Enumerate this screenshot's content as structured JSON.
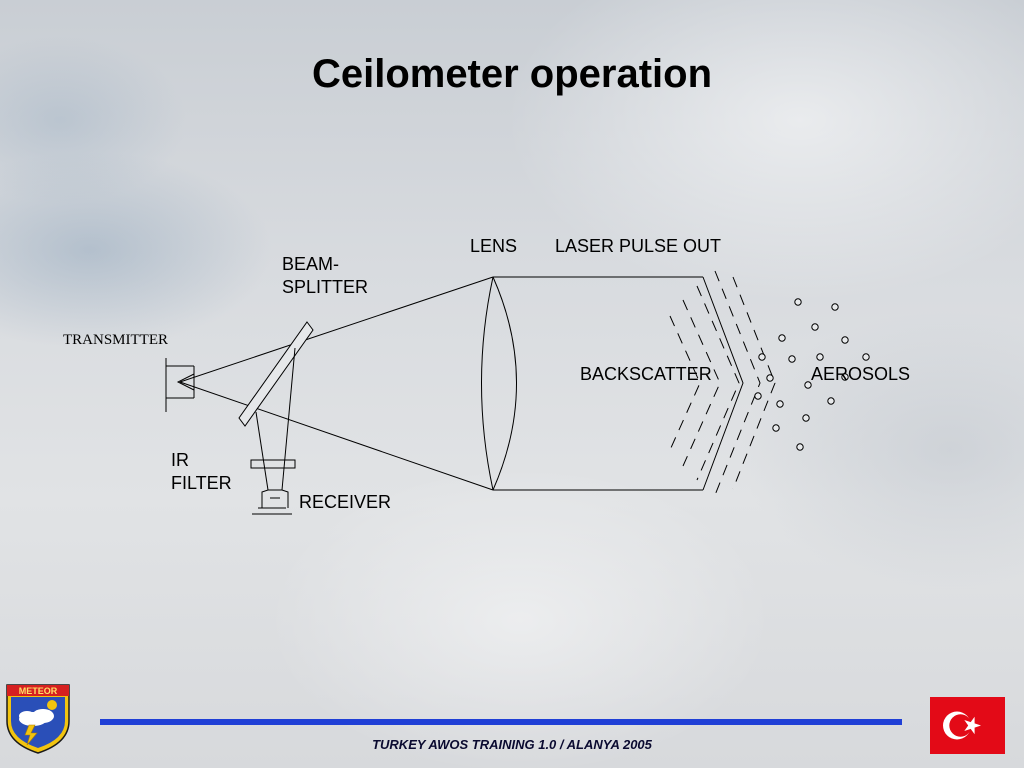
{
  "title": "Ceilometer operation",
  "labels": {
    "lens": "LENS",
    "laser_pulse_out": "LASER PULSE OUT",
    "beam_splitter_line1": "BEAM-",
    "beam_splitter_line2": "SPLITTER",
    "transmitter": "TRANSMITTER",
    "backscatter": "BACKSCATTER",
    "aerosols": "AEROSOLS",
    "ir_filter_line1": "IR",
    "ir_filter_line2": "FILTER",
    "receiver": "RECEIVER"
  },
  "footer": {
    "text": "TURKEY AWOS TRAINING 1.0 / ALANYA 2005",
    "rule_color": "#1f3fd6"
  },
  "logo": {
    "text": "METEOR",
    "icon": "meteor-shield-logo"
  },
  "flag": {
    "icon": "turkey-flag",
    "color": "#e30a17"
  }
}
